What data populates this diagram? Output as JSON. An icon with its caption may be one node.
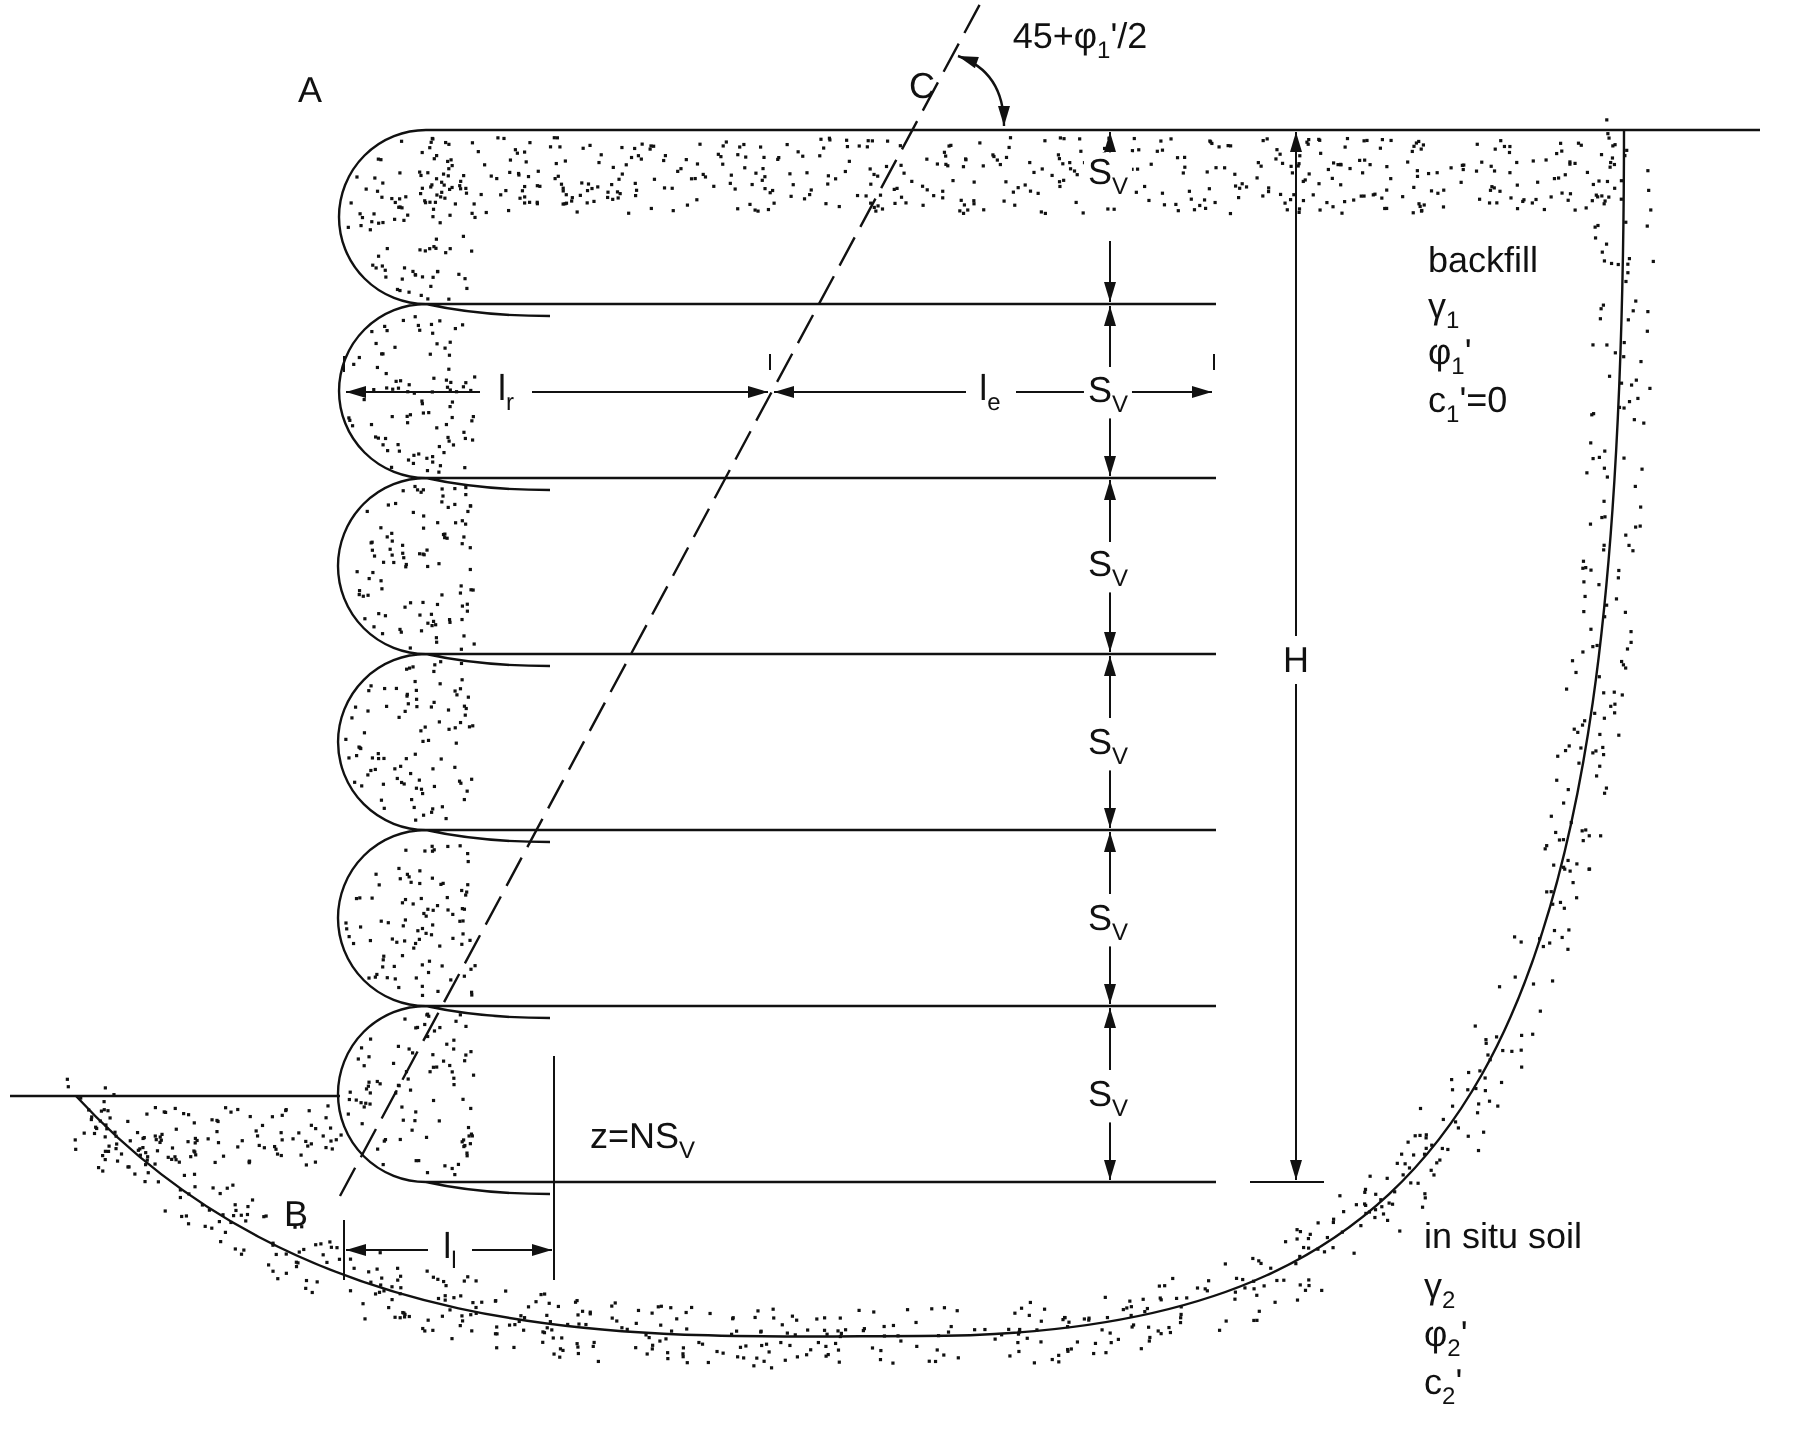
{
  "diagram": {
    "labels": [
      "45+φ$_{1}$'/2",
      "A",
      "C",
      "S$_{V}$",
      "backfill",
      "γ$_{1}$",
      "φ$_{1}$'",
      "l$_{r}$",
      "l$_{e}$",
      "S$_{V}$",
      "c$_{1}$'=0",
      "S$_{V}$",
      "H",
      "S$_{V}$",
      "S$_{V}$",
      "S$_{V}$",
      "z=NS$_{V}$",
      "B",
      "l$_{l}$",
      "in situ soil",
      "γ$_{2}$",
      "φ$_{2}$'",
      "c$_{2}$'"
    ]
  }
}
